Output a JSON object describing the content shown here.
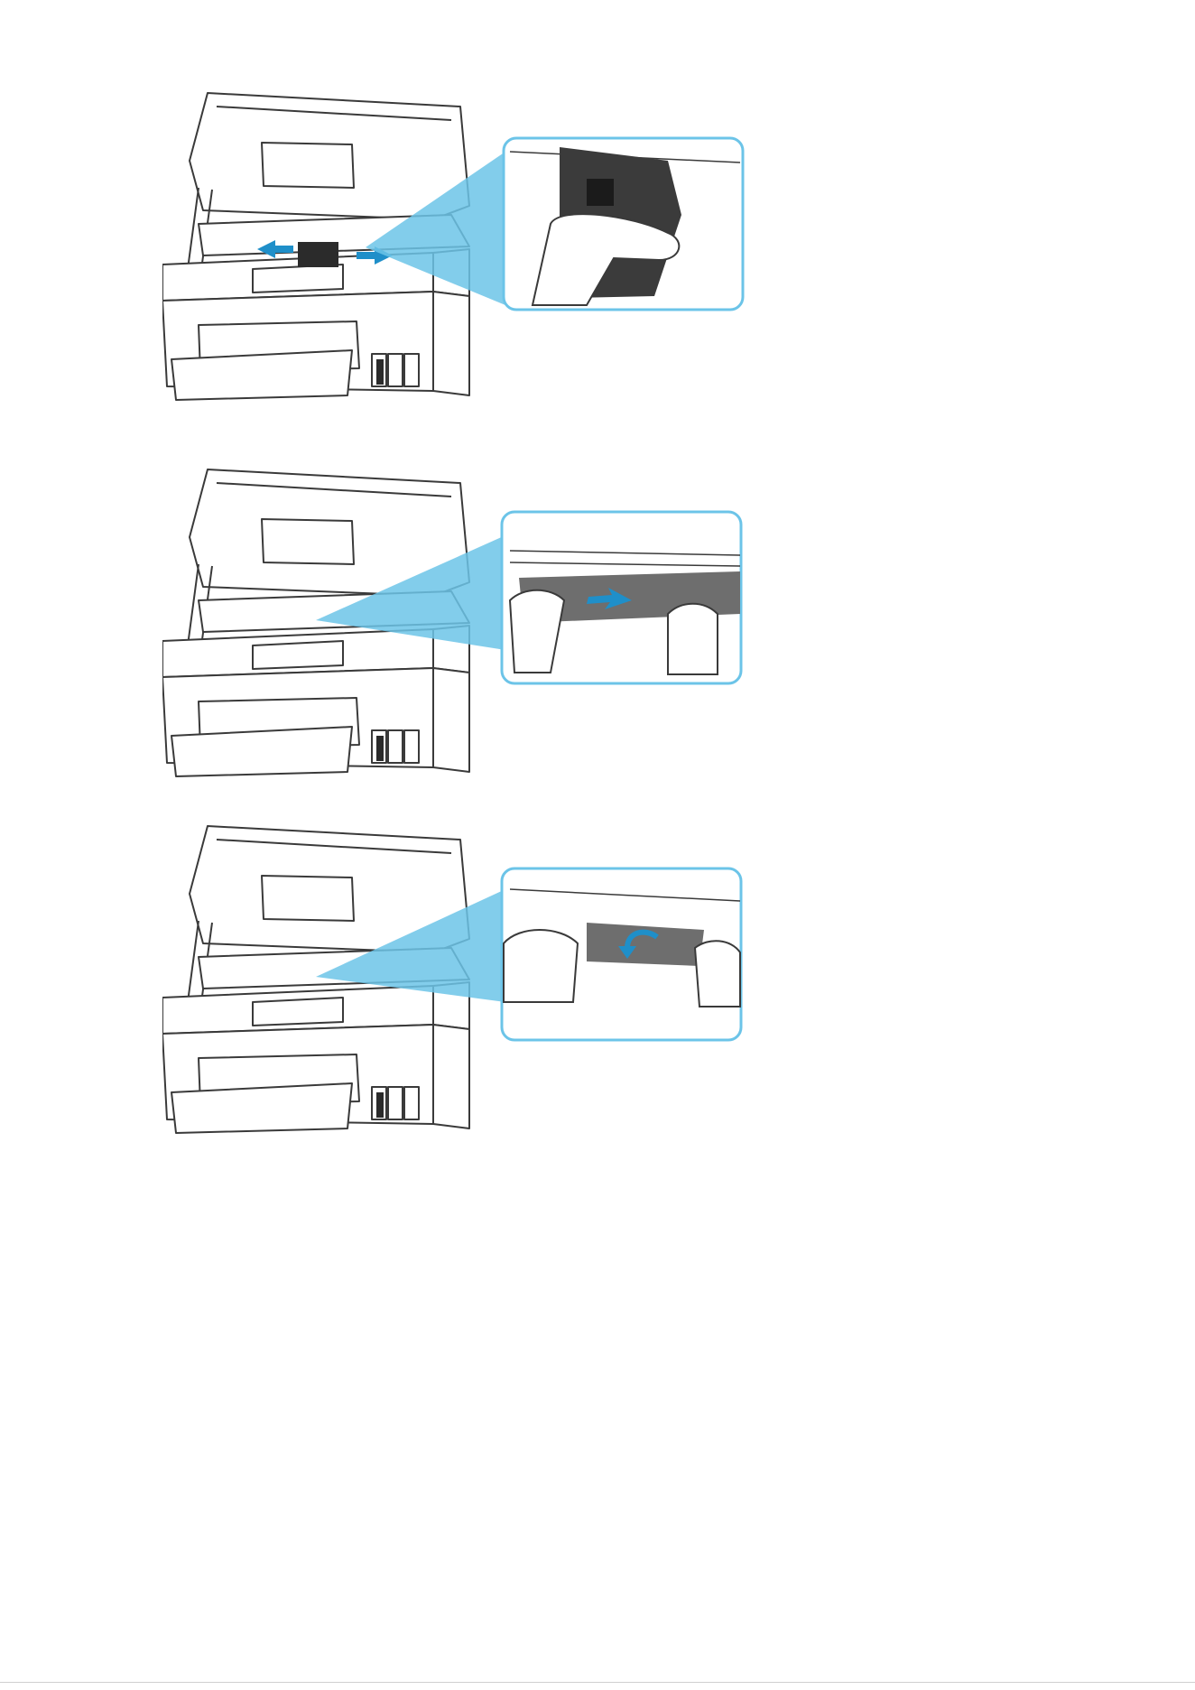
{
  "document": {
    "steps": [
      {
        "id": "step-1",
        "illustration": "printer-open-scanning-unit-move-print-head-holder",
        "inset": "hand-sliding-print-head-holder",
        "arrow_style": "double-horizontal"
      },
      {
        "id": "step-2",
        "illustration": "printer-open-scanning-unit-jammed-paper",
        "inset": "hands-pulling-jammed-paper-out",
        "arrow_style": "pull-out"
      },
      {
        "id": "step-3",
        "illustration": "printer-open-scanning-unit-rolled-paper",
        "inset": "hands-rolling-jammed-paper",
        "arrow_style": "curved"
      }
    ]
  },
  "colors": {
    "accent": "#6cc4e8",
    "arrow": "#1f8fc9",
    "outline": "#3a3a3a",
    "paper": "#6e6e6e",
    "ink": "#2b2b2b"
  }
}
